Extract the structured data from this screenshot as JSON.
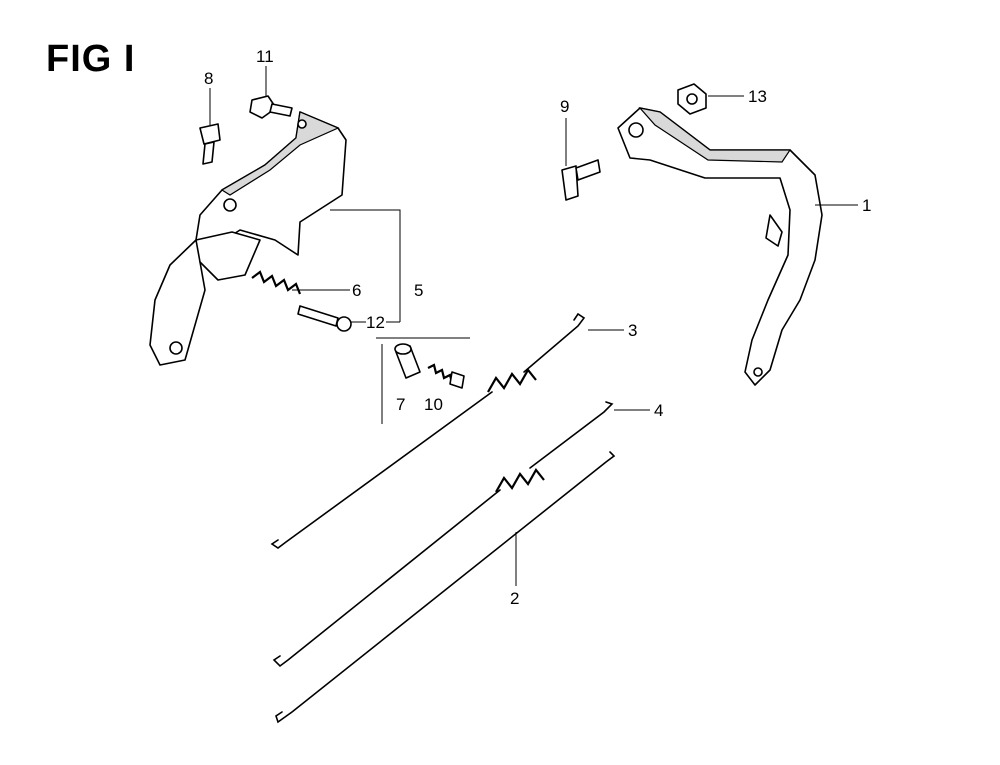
{
  "figure": {
    "title": "FIG I"
  },
  "callouts": {
    "c1": "1",
    "c2": "2",
    "c3": "3",
    "c4": "4",
    "c5": "5",
    "c6": "6",
    "c7": "7",
    "c8": "8",
    "c9": "9",
    "c10": "10",
    "c11": "11",
    "c12": "12",
    "c13": "13"
  }
}
